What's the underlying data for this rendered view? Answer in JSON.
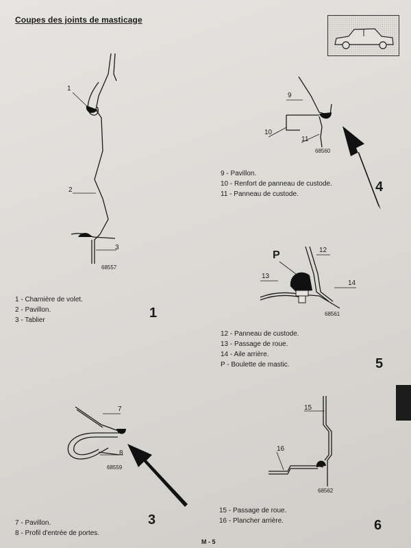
{
  "title": "Coupes des joints de masticage",
  "figures": {
    "fig1": {
      "number": "1",
      "ref": "68557",
      "callouts": [
        "1",
        "2",
        "3"
      ],
      "legend": [
        "1 - Charnière de volet.",
        "2 - Pavillon.",
        "3 - Tablier"
      ]
    },
    "fig4": {
      "number": "4",
      "ref": "68560",
      "callouts": [
        "9",
        "10",
        "11"
      ],
      "legend": [
        "9 - Pavillon.",
        "10 - Renfort de panneau de custode.",
        "11 - Panneau de custode."
      ]
    },
    "fig5": {
      "number": "5",
      "ref": "68561",
      "callouts": [
        "P",
        "12",
        "13",
        "14"
      ],
      "legend": [
        "12 - Panneau de custode.",
        "13 - Passage de roue.",
        "14 - Aile arrière.",
        "P - Boulette de mastic."
      ]
    },
    "fig3": {
      "number": "3",
      "ref": "68559",
      "callouts": [
        "7",
        "8"
      ],
      "legend": [
        "7 - Pavillon.",
        "8 - Profil d'entrée de portes."
      ]
    },
    "fig6": {
      "number": "6",
      "ref": "68562",
      "callouts": [
        "15",
        "16"
      ],
      "legend": [
        "15 - Passage de roue.",
        "16 - Plancher arrière."
      ]
    }
  },
  "page_number": "M - 5"
}
